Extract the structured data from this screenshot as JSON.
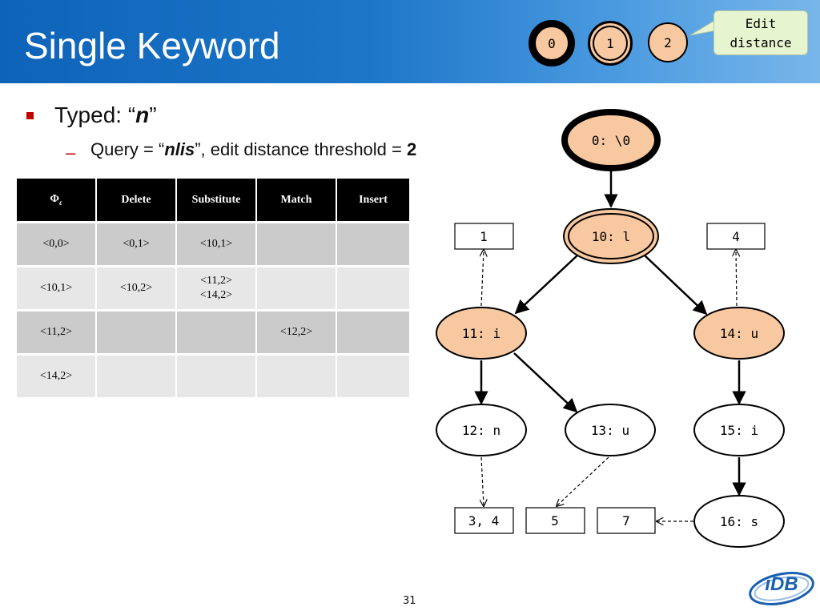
{
  "slide": {
    "title": "Single Keyword",
    "page_number": "31"
  },
  "steps": [
    "0",
    "1",
    "2"
  ],
  "callout": [
    "Edit",
    "distance"
  ],
  "bullets": {
    "typed_prefix": "Typed: “",
    "typed_char": "n",
    "typed_suffix": "”",
    "query_prefix": "Query = “",
    "query_word": "nlis",
    "query_suffix": "”, edit distance threshold = ",
    "threshold": "2",
    "dash": "–"
  },
  "table": {
    "headers": [
      "Φε",
      "Delete",
      "Substitute",
      "Match",
      "Insert"
    ],
    "rows": [
      [
        "<0,0>",
        "<0,1>",
        "<10,1>",
        "",
        ""
      ],
      [
        "<10,1>",
        "<10,2>",
        "<11,2>\n<14,2>",
        "",
        ""
      ],
      [
        "<11,2>",
        "",
        "",
        "<12,2>",
        ""
      ],
      [
        "<14,2>",
        "",
        "",
        "",
        ""
      ]
    ]
  },
  "trie": {
    "nodes": {
      "n0": "0: \\0",
      "n10": "10: l",
      "n11": "11: i",
      "n14": "14: u",
      "n12": "12: n",
      "n13": "13: u",
      "n15": "15: i",
      "n16": "16: s"
    },
    "lists": {
      "l1": "1",
      "l4": "4",
      "l34": "3, 4",
      "l5": "5",
      "l7": "7"
    }
  },
  "logo_text": "iDB",
  "colors": {
    "header": "#1d76c8",
    "active_node": "#f8c8a0",
    "bullet": "#c00000",
    "callout": "#e6f5cf"
  }
}
